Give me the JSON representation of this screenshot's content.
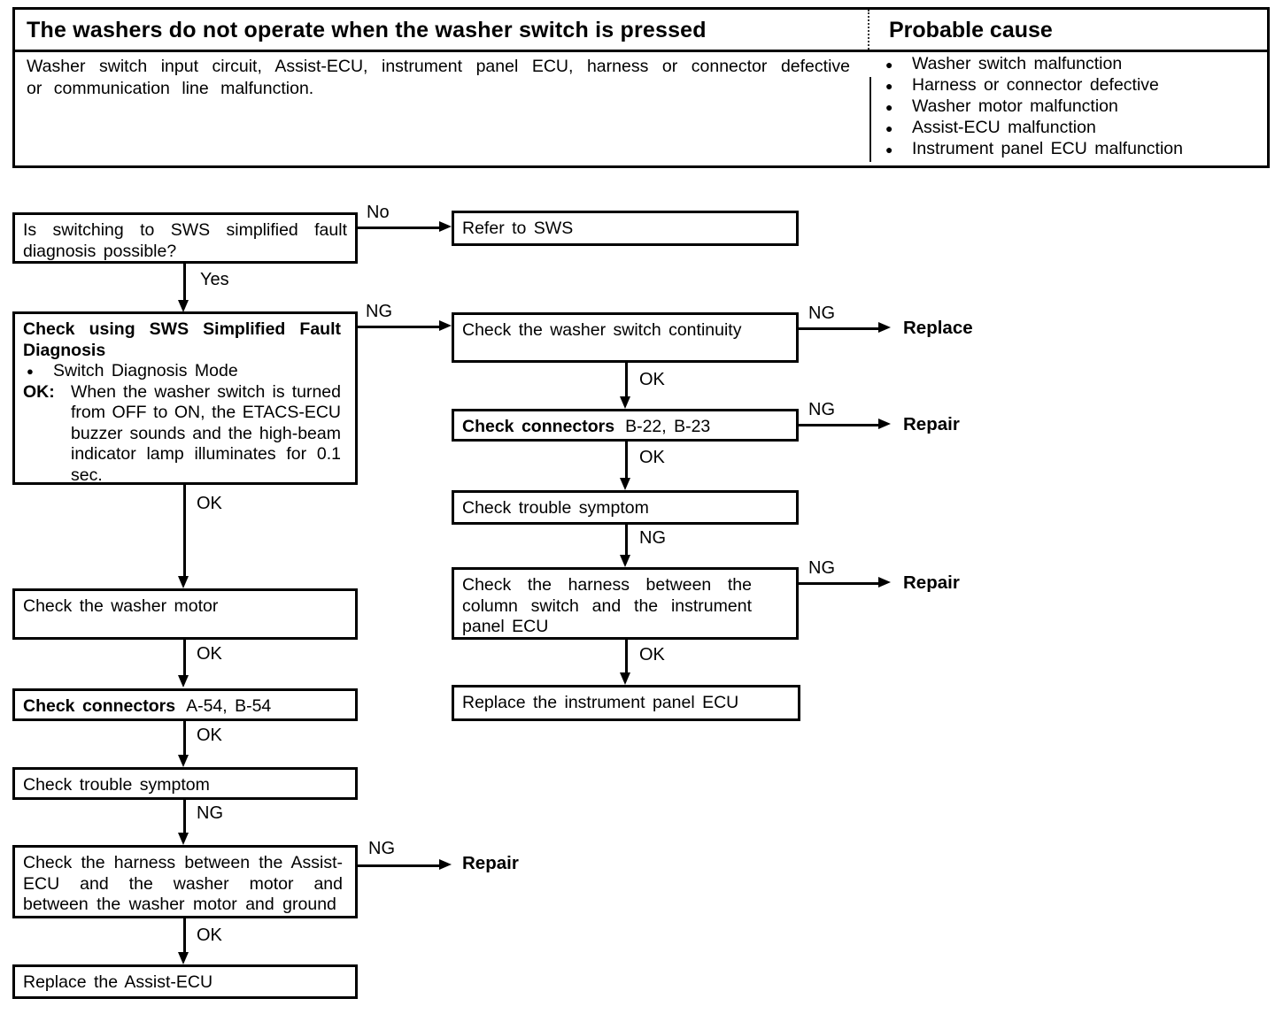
{
  "header": {
    "title": "The washers do not operate when the washer switch is pressed",
    "probable_cause_label": "Probable cause",
    "description": "Washer switch input circuit, Assist-ECU, instrument panel ECU, harness or connector defective or communication line malfunction.",
    "causes": [
      "Washer switch malfunction",
      "Harness or connector defective",
      "Washer motor malfunction",
      "Assist-ECU malfunction",
      "Instrument panel ECU malfunction"
    ]
  },
  "flow": {
    "labels": {
      "yes": "Yes",
      "no": "No",
      "ok": "OK",
      "ng": "NG"
    },
    "terminals": {
      "replace": "Replace",
      "repair": "Repair"
    },
    "boxes": {
      "start": "Is switching to SWS simplified fault diagnosis possible?",
      "refer_sws": "Refer to SWS",
      "sws_check": {
        "title": "Check using SWS Simplified Fault Diagnosis",
        "bullet": "Switch Diagnosis Mode",
        "ok_label": "OK:",
        "ok_text": "When the washer switch is turned from OFF to ON, the ETACS-ECU buzzer sounds and the high-beam indicator lamp illuminates for 0.1 sec."
      },
      "washer_switch_continuity": "Check the washer switch continuity",
      "connectors_b": {
        "bold": "Check connectors",
        "codes": "B-22, B-23"
      },
      "trouble_symptom_right": "Check trouble symptom",
      "harness_column": "Check the harness between the column switch and the instrument panel ECU",
      "replace_instrument_ecu": "Replace the instrument panel ECU",
      "washer_motor": "Check the washer motor",
      "connectors_a": {
        "bold": "Check connectors",
        "codes": "A-54, B-54"
      },
      "trouble_symptom_left": "Check trouble symptom",
      "harness_assist": "Check the harness between the Assist-ECU and the washer motor and between the washer motor and ground",
      "replace_assist_ecu": "Replace the Assist-ECU"
    }
  }
}
